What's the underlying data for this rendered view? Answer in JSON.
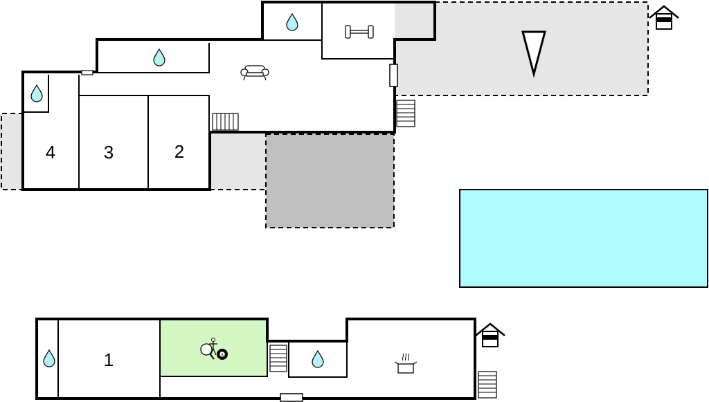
{
  "floor_plan": {
    "colors": {
      "wall": "#000000",
      "terrace": "#e6e6e6",
      "covered_area": "#c0c0c0",
      "pool": "#aefcff",
      "games_room": "#d4f8c4",
      "water_drop": "#b4f4f8"
    },
    "upper_floor": {
      "rooms": [
        {
          "id": "bedroom-2",
          "label": "2"
        },
        {
          "id": "bedroom-3",
          "label": "3"
        },
        {
          "id": "bedroom-4",
          "label": "4"
        }
      ],
      "icons": [
        "water-drop-icon",
        "water-drop-icon",
        "water-drop-icon",
        "sofa-icon",
        "dumbbell-icon",
        "stairs-icon",
        "stairs-icon",
        "north-arrow-icon",
        "house-entrance-icon",
        "swimming-pool"
      ]
    },
    "lower_floor": {
      "rooms": [
        {
          "id": "bedroom-1",
          "label": "1"
        }
      ],
      "icons": [
        "water-drop-icon",
        "water-drop-icon",
        "table-tennis-icon",
        "billiard-ball-icon",
        "cooking-pot-icon",
        "stairs-icon",
        "stairs-icon",
        "house-entrance-icon"
      ],
      "billiard_ball_number": "8"
    }
  }
}
